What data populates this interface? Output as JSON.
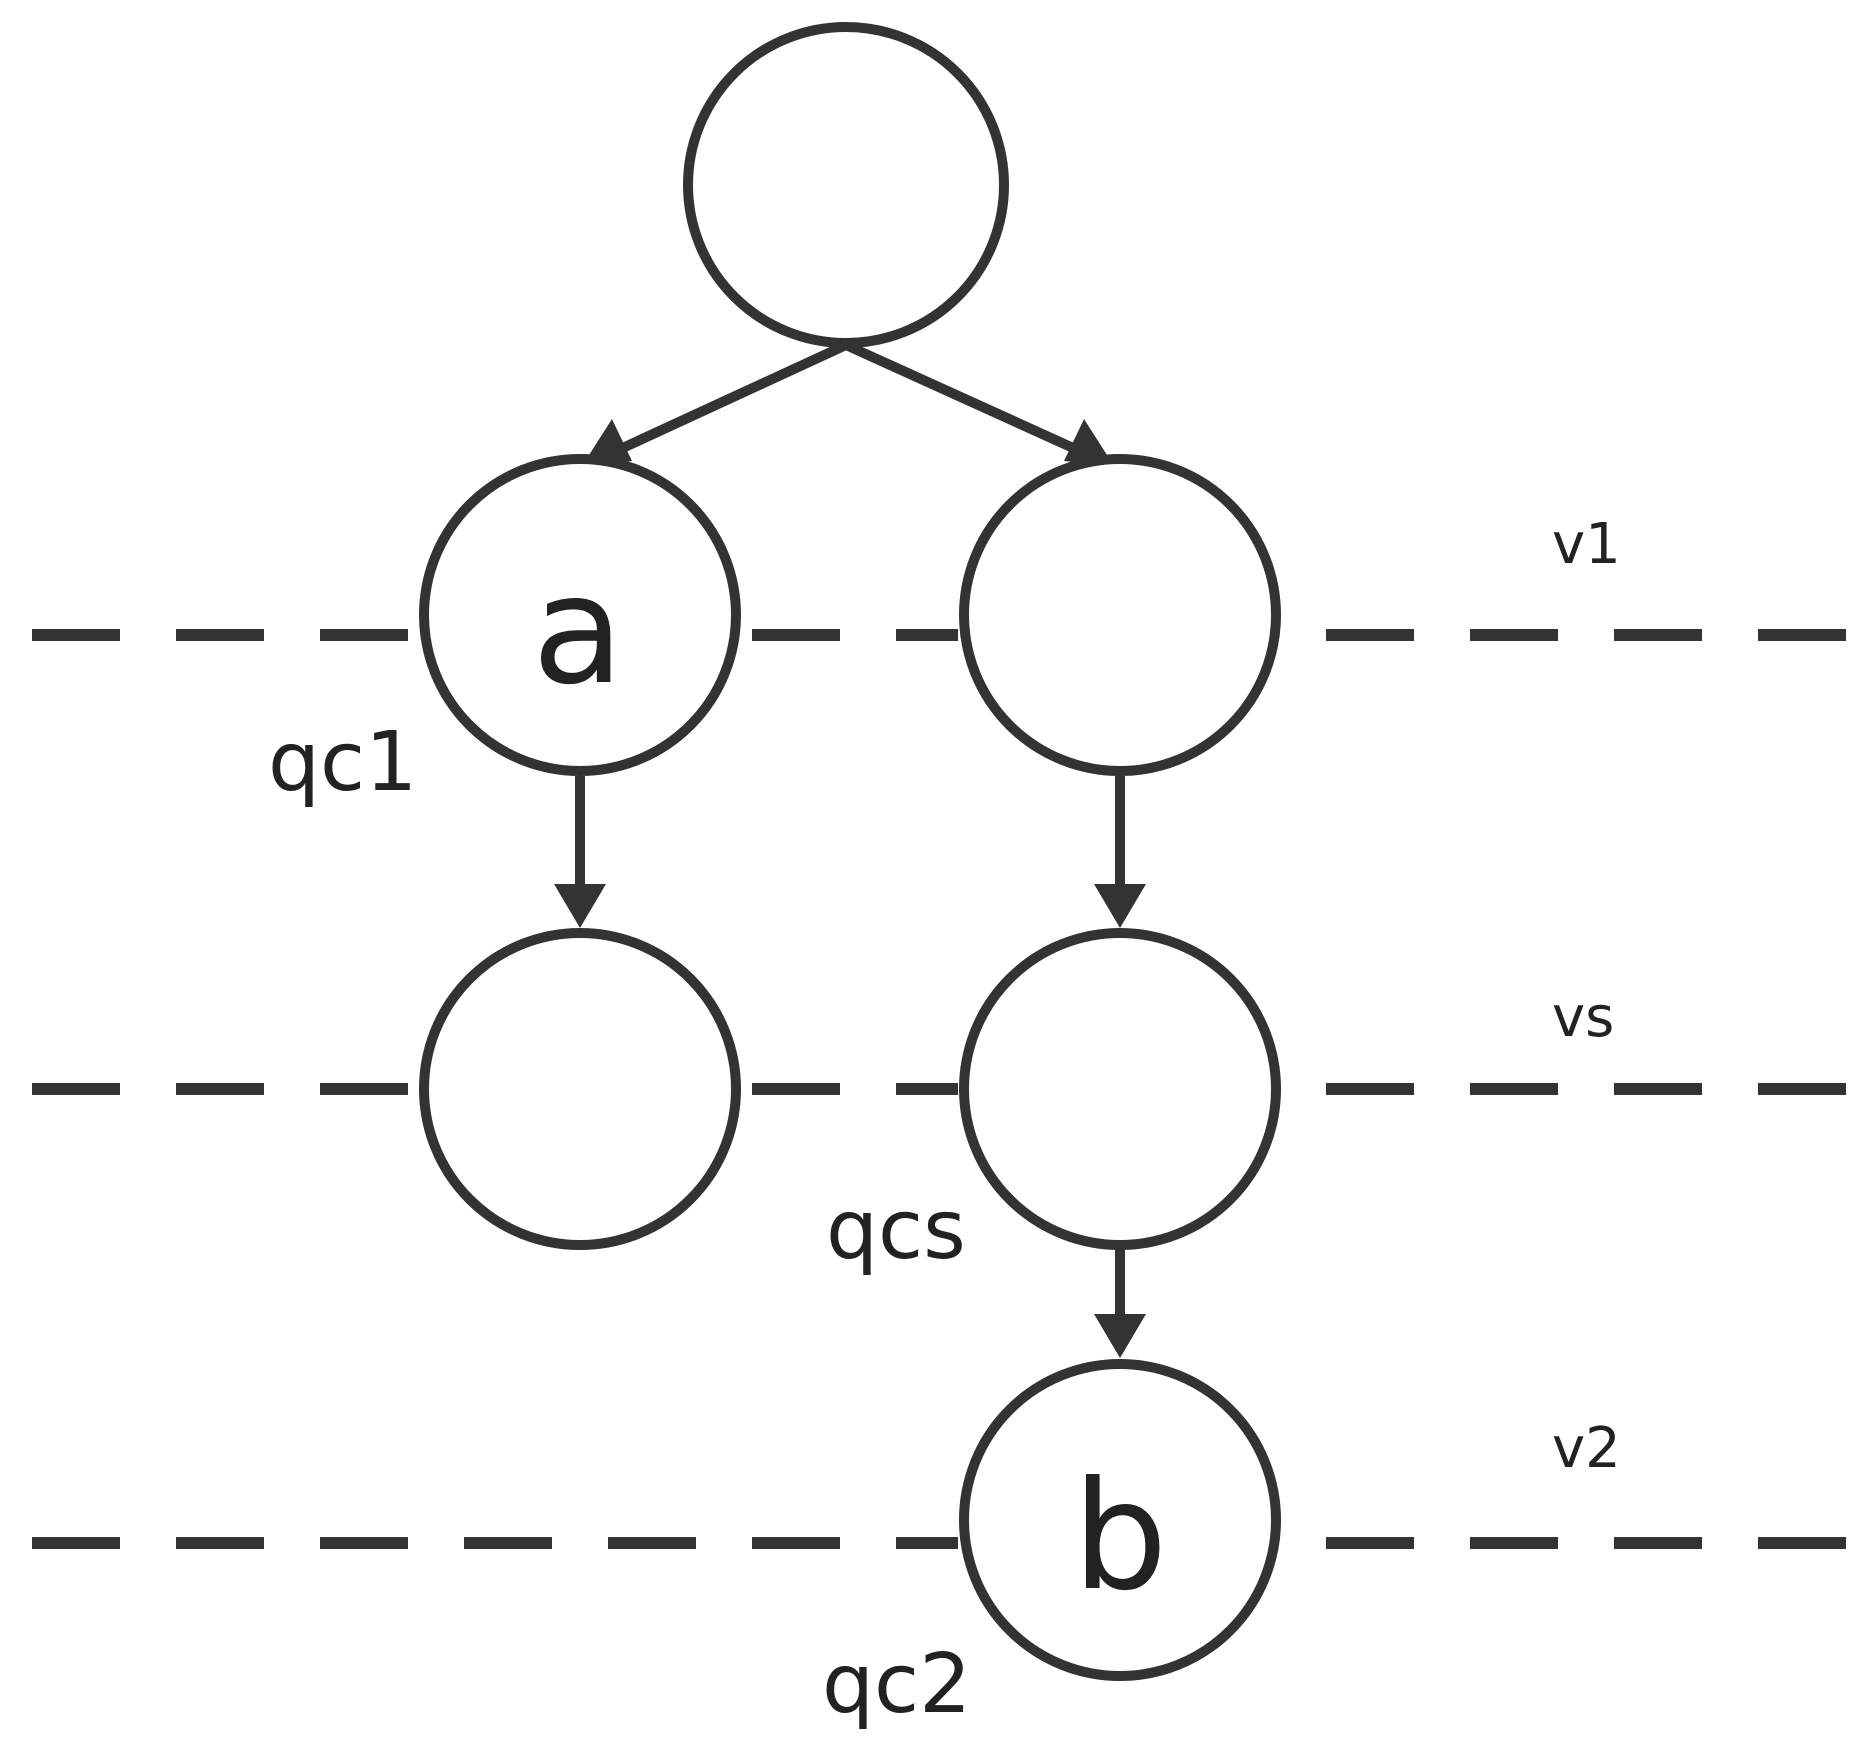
{
  "diagram": {
    "levels": {
      "v1": "v1",
      "vs": "vs",
      "v2": "v2"
    },
    "nodes": {
      "root": "",
      "a": "a",
      "right_top": "",
      "left_mid": "",
      "right_mid": "",
      "b": "b"
    },
    "annotations": {
      "qc1": "qc1",
      "qcs": "qcs",
      "qc2": "qc2"
    }
  }
}
